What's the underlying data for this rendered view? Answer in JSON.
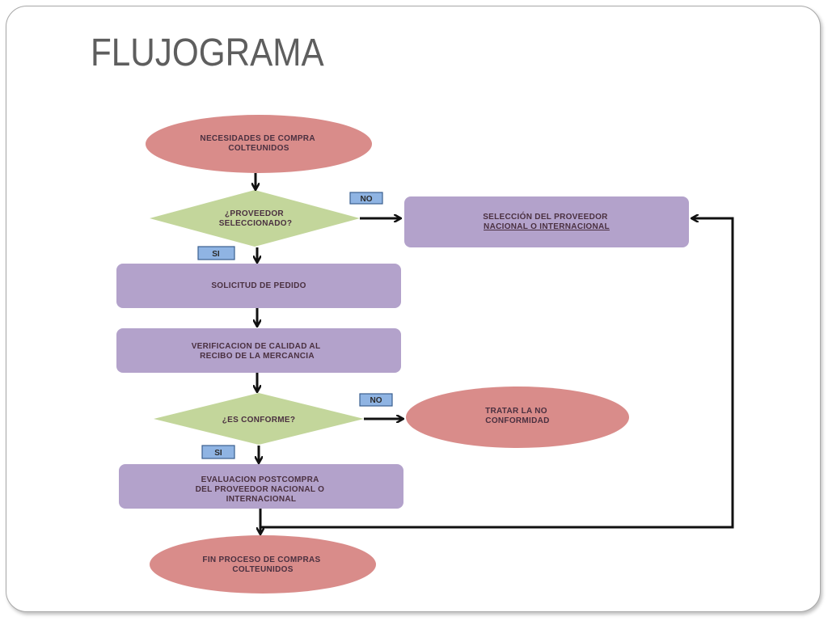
{
  "slide": {
    "title": "FLUJOGRAMA"
  },
  "colors": {
    "terminal_fill": "#d98c8a",
    "process_fill": "#b3a2cb",
    "decision_fill": "#c3d69b",
    "tag_fill": "#8fb4e3",
    "arrow": "#111111"
  },
  "flowchart": {
    "nodes": {
      "start": {
        "shape": "ellipse",
        "lines": [
          "NECESIDADES DE COMPRA",
          "COLTEUNIDOS"
        ]
      },
      "decision_supplier": {
        "shape": "diamond",
        "lines": [
          "¿PROVEEDOR",
          "SELECCIONADO?"
        ]
      },
      "select_supplier": {
        "shape": "rect",
        "lines": [
          "SELECCIÓN DEL PROVEEDOR",
          "NACIONAL O INTERNACIONAL"
        ]
      },
      "purchase_request": {
        "shape": "rect",
        "lines": [
          "SOLICITUD DE PEDIDO"
        ]
      },
      "quality_check": {
        "shape": "rect",
        "lines": [
          "VERIFICACION DE CALIDAD AL",
          "RECIBO DE LA MERCANCIA"
        ]
      },
      "decision_conform": {
        "shape": "diamond",
        "lines": [
          "¿ES CONFORME?"
        ]
      },
      "nonconformity": {
        "shape": "ellipse",
        "lines": [
          "TRATAR LA NO",
          "CONFORMIDAD"
        ]
      },
      "post_evaluation": {
        "shape": "rect",
        "lines": [
          "EVALUACION POSTCOMPRA",
          "DEL PROVEEDOR NACIONAL O",
          "INTERNACIONAL"
        ]
      },
      "end": {
        "shape": "ellipse",
        "lines": [
          "FIN PROCESO DE COMPRAS",
          "COLTEUNIDOS"
        ]
      }
    },
    "tags": {
      "no_1": "NO",
      "si_1": "SI",
      "no_2": "NO",
      "si_2": "SI"
    }
  }
}
